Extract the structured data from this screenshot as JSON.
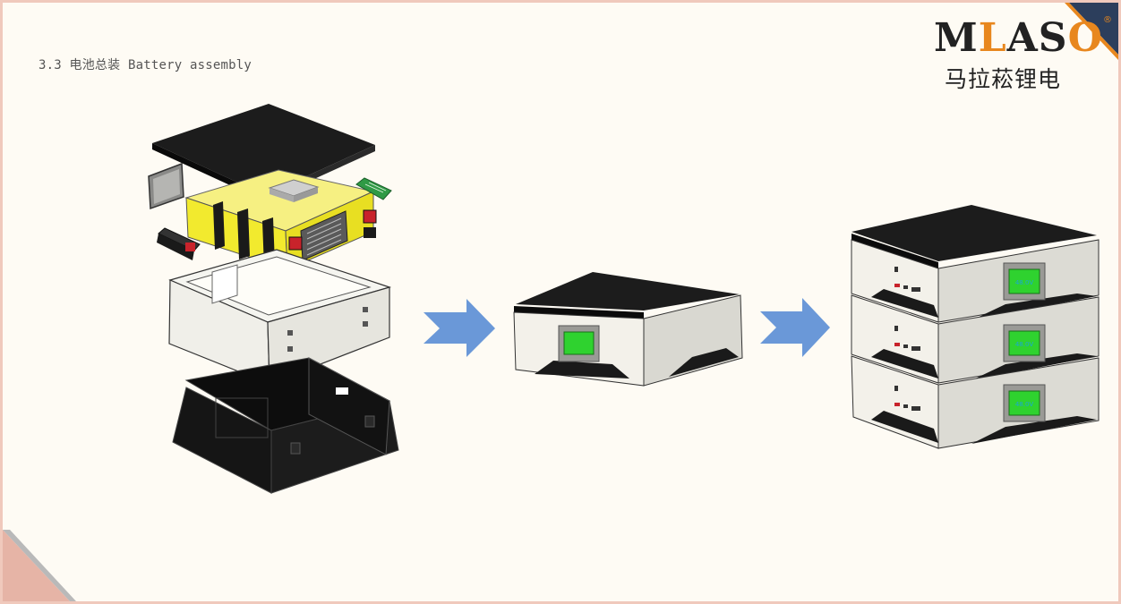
{
  "header": {
    "section_title": "3.3 电池总装 Battery assembly"
  },
  "logo": {
    "letters": [
      "M",
      "L",
      "A",
      "S",
      "O"
    ],
    "registered_mark": "®",
    "chinese_name": "马拉菘锂电",
    "colors": {
      "dark": "#222222",
      "accent": "#e8871e"
    }
  },
  "diagram": {
    "stages": [
      "exploded-components",
      "single-battery-module",
      "stacked-battery-system"
    ],
    "arrows": [
      "arrow-right",
      "arrow-right"
    ],
    "display_labels": [
      "48.0V",
      "48.0V",
      "48.0V"
    ],
    "colors": {
      "arrow": "#6a98d8",
      "cell": "#f2ea2e",
      "display": "#2fd22f",
      "housing": "#f3f1ea",
      "cover": "#1b1b1b"
    }
  },
  "decor": {
    "corner_colors": [
      "#2c3e5c",
      "#e8871e",
      "#b9b9b9",
      "#e6b4a6"
    ]
  }
}
